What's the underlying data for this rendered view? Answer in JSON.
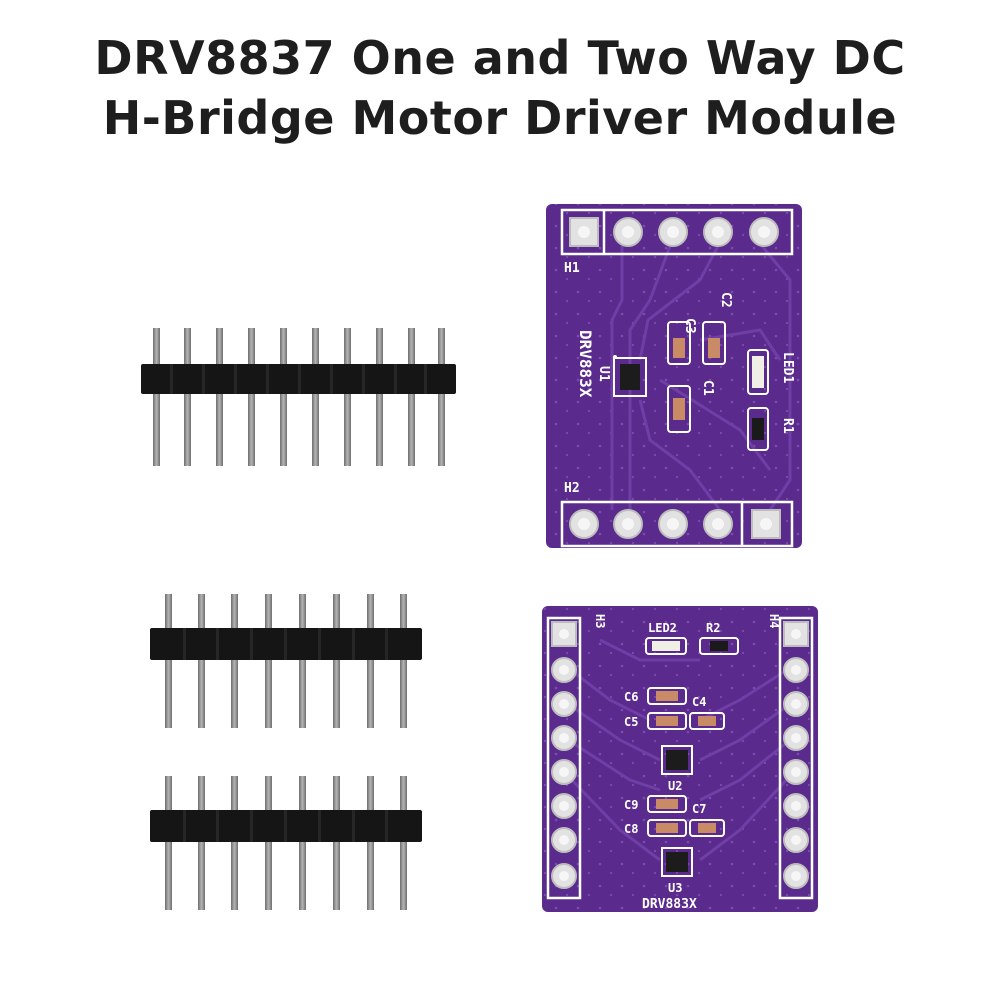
{
  "title": {
    "line1": "DRV8837 One and Two Way DC",
    "line2": "H-Bridge Motor Driver Module"
  },
  "colors": {
    "pcb": "#5a2a8c",
    "pcb_dark": "#46206e",
    "silkscreen": "#ffffff",
    "pin_metal": "#8a8a8a",
    "header_plastic": "#151515"
  },
  "board1": {
    "header_top": "H1",
    "header_bottom": "H2",
    "c3": "C3",
    "c2": "C2",
    "u1": "U1",
    "chip": "DRV883X",
    "c1": "C1",
    "led1": "LED1",
    "r1": "R1"
  },
  "board2": {
    "header_left": "H3",
    "header_right": "H4",
    "led2": "LED2",
    "r2": "R2",
    "c6": "C6",
    "c4": "C4",
    "c5": "C5",
    "u2": "U2",
    "c9": "C9",
    "c7": "C7",
    "c8": "C8",
    "u3": "U3",
    "chip": "DRV883X"
  }
}
